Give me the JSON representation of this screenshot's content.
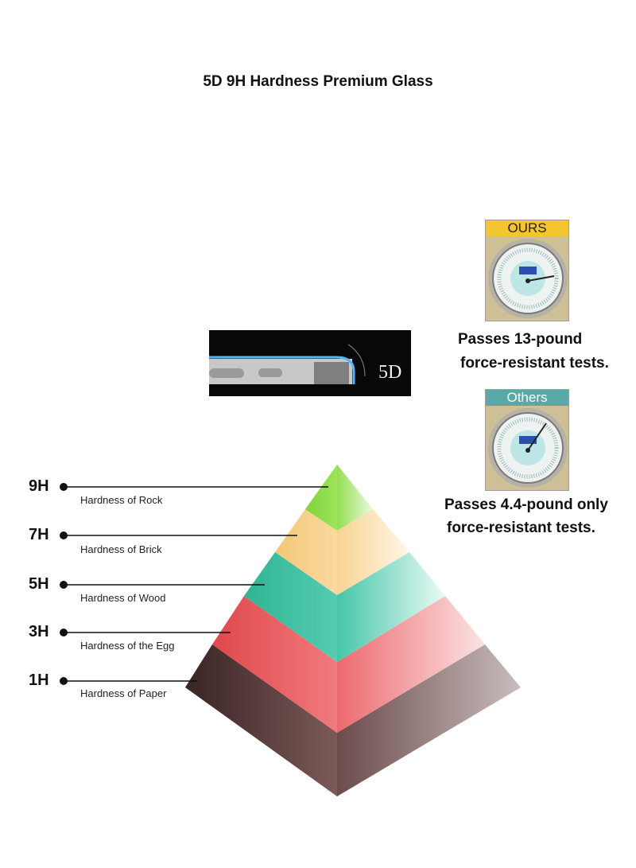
{
  "title": "5D 9H Hardness Premium Glass",
  "banner": {
    "text": "5D"
  },
  "ours": {
    "label": "OURS",
    "caption_line1": "Passes 13-pound",
    "caption_line2": "force-resistant tests."
  },
  "others": {
    "label": "Others",
    "caption_line1": "Passes 4.4-pound only",
    "caption_line2": "force-resistant tests."
  },
  "levels": [
    {
      "grade": "9H",
      "desc": "Hardness of Rock",
      "color": "#8fe04a"
    },
    {
      "grade": "7H",
      "desc": "Hardness of Brick",
      "color": "#f7cf8a"
    },
    {
      "grade": "5H",
      "desc": "Hardness of Wood",
      "color": "#3fc1a4"
    },
    {
      "grade": "3H",
      "desc": "Hardness of the Egg",
      "color": "#e95a5e"
    },
    {
      "grade": "1H",
      "desc": "Hardness of Paper",
      "color": "#5a3b3a"
    }
  ]
}
